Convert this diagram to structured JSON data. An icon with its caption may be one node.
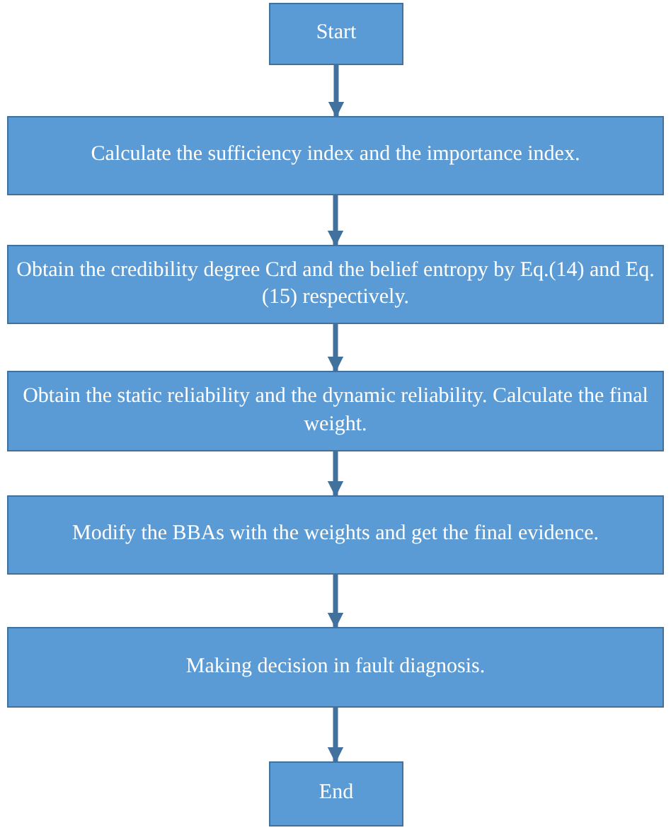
{
  "diagram": {
    "nodes": [
      {
        "text": [
          "Start"
        ]
      },
      {
        "text": [
          "Calculate the sufficiency index and the importance index."
        ]
      },
      {
        "text": [
          "Obtain the credibility degree Crd and the belief entropy by Eq.(14) and Eq.(15) respectively."
        ]
      },
      {
        "text": [
          "Obtain the static reliability and the dynamic reliability. Calculate the final weight."
        ]
      },
      {
        "text": [
          "Modify the BBAs with the weights and get the final evidence."
        ]
      },
      {
        "text": [
          "Making decision in fault diagnosis."
        ]
      },
      {
        "text": [
          "End"
        ]
      }
    ],
    "edges": [
      {
        "from": 0,
        "to": 1,
        "arrow": "to"
      },
      {
        "from": 1,
        "to": 2,
        "arrow": "to"
      },
      {
        "from": 2,
        "to": 3,
        "arrow": "to"
      },
      {
        "from": 3,
        "to": 4,
        "arrow": "to"
      },
      {
        "from": 4,
        "to": 5,
        "arrow": "to"
      },
      {
        "from": 5,
        "to": 6,
        "arrow": "to"
      }
    ]
  }
}
